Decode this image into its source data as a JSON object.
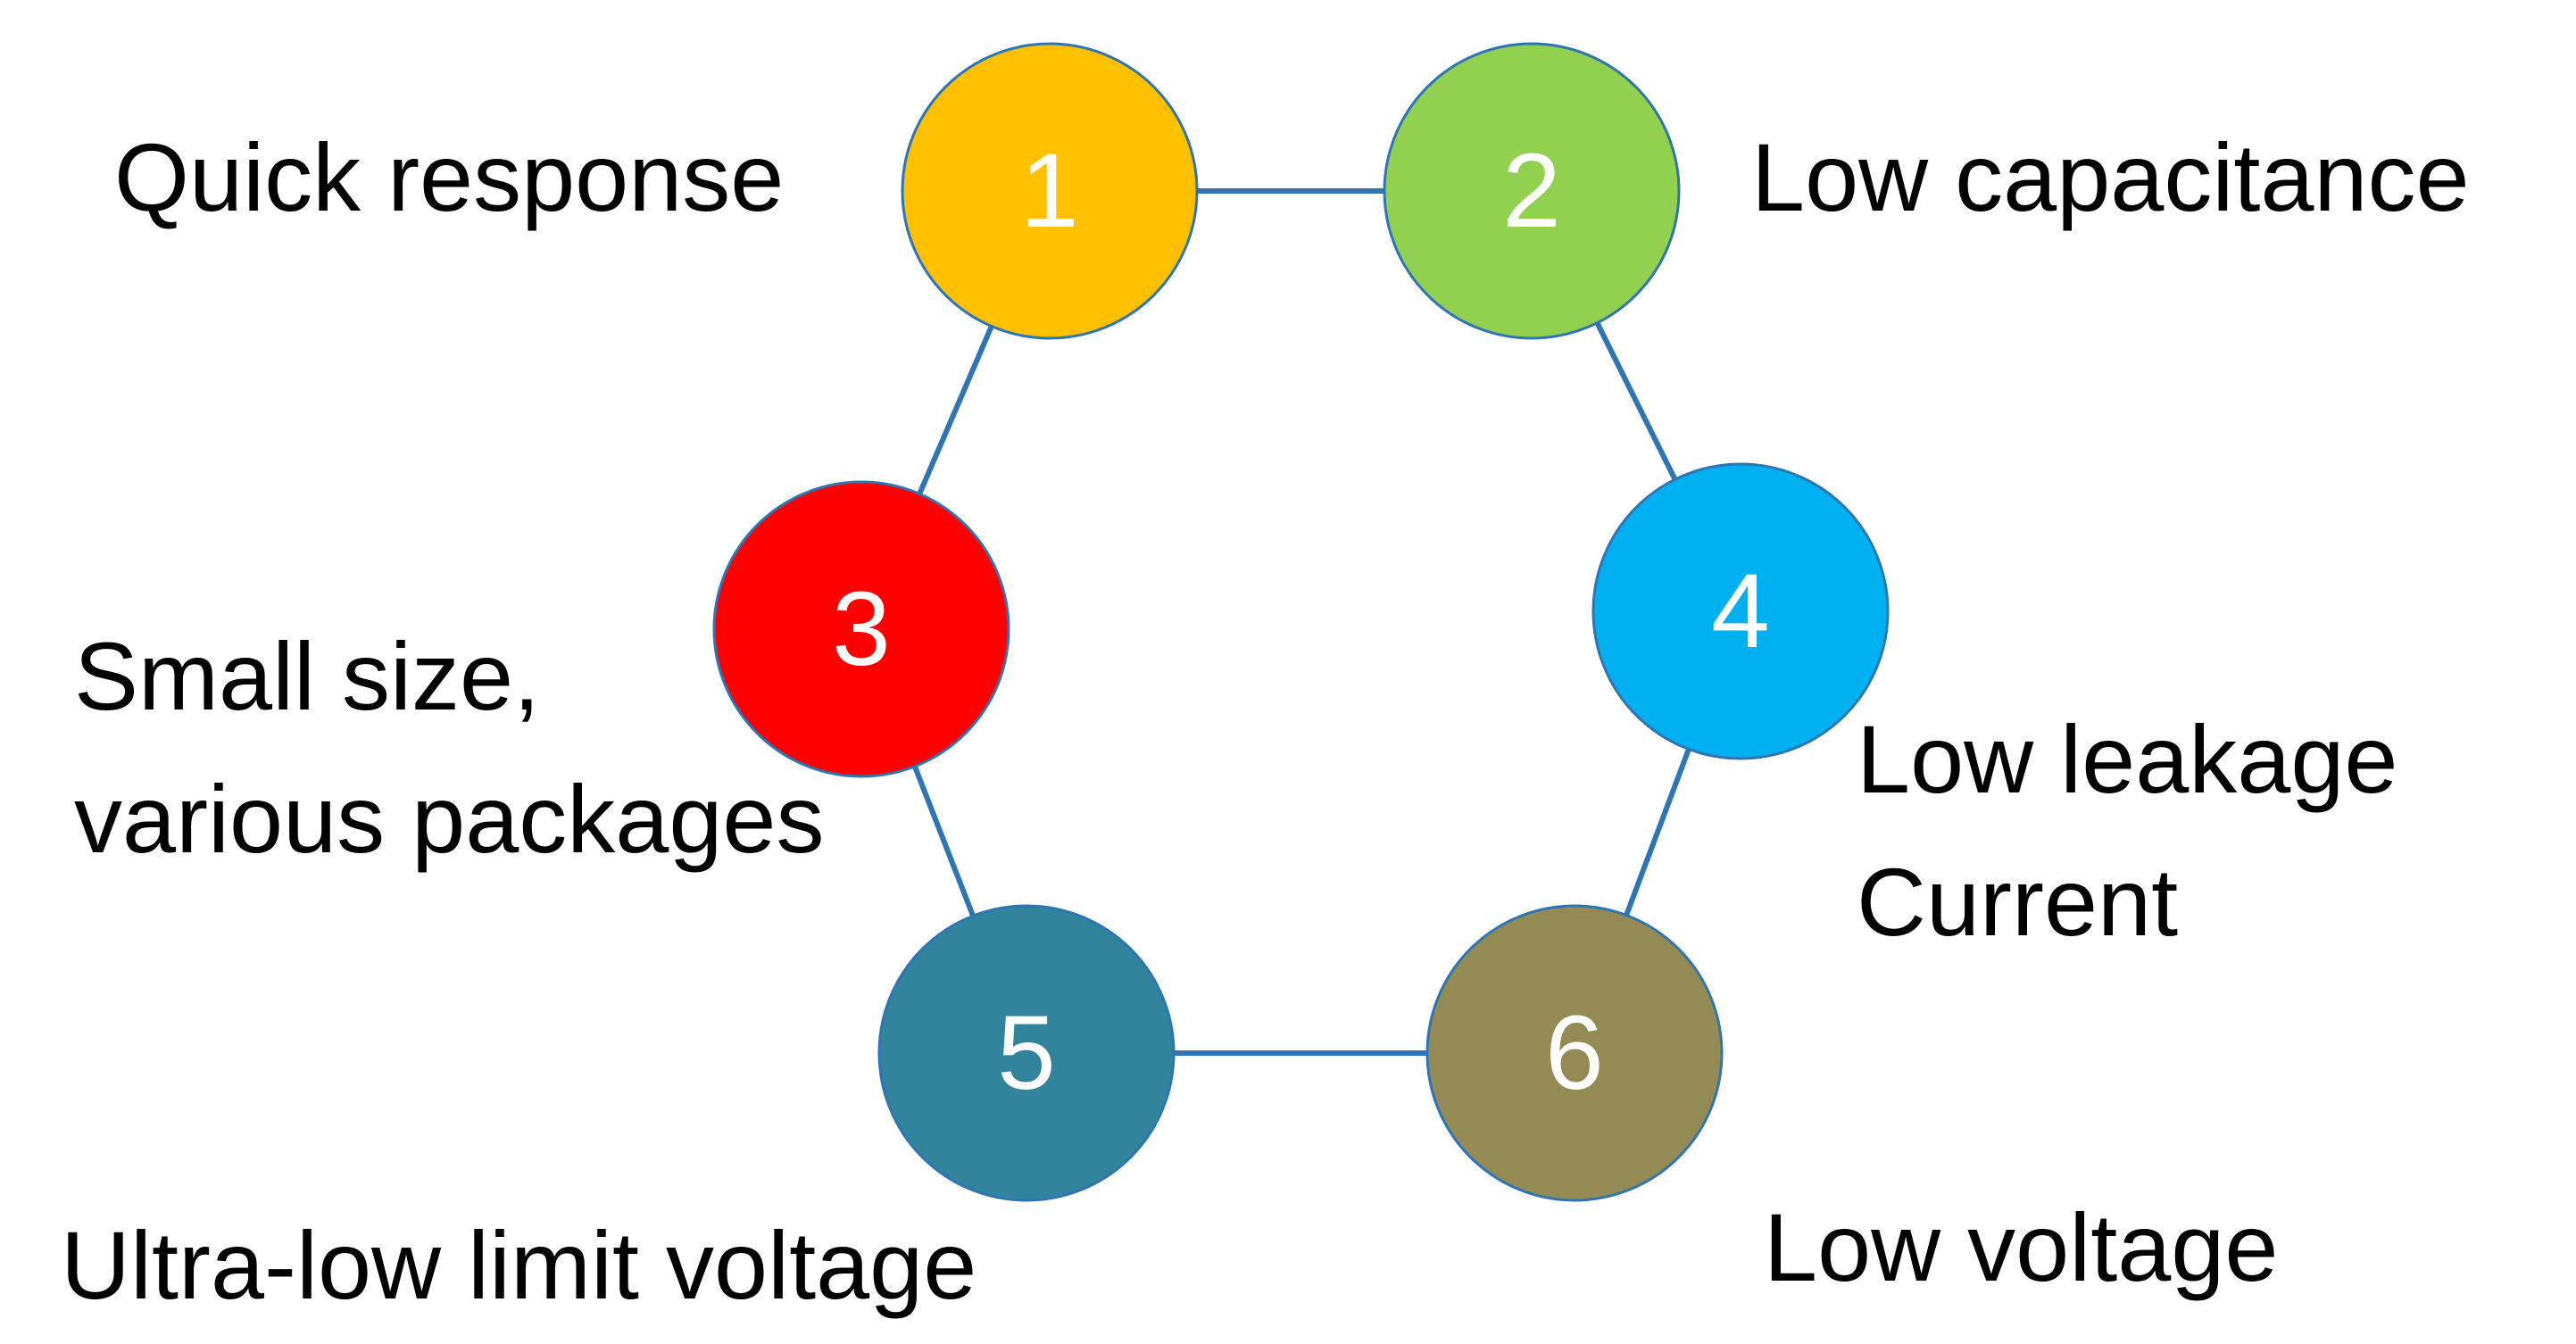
{
  "nodes": [
    {
      "id": "1",
      "number": "1",
      "color": "#ffc000",
      "label_lines": [
        "Quick response"
      ]
    },
    {
      "id": "2",
      "number": "2",
      "color": "#92d050",
      "label_lines": [
        "Low capacitance"
      ]
    },
    {
      "id": "3",
      "number": "3",
      "color": "#ff0000",
      "label_lines": [
        "Small size,",
        "various packages"
      ]
    },
    {
      "id": "4",
      "number": "4",
      "color": "#00b0f0",
      "label_lines": [
        "Low leakage",
        "Current"
      ]
    },
    {
      "id": "5",
      "number": "5",
      "color": "#31849b",
      "label_lines": [
        "Ultra-low limit voltage"
      ]
    },
    {
      "id": "6",
      "number": "6",
      "color": "#948a54",
      "label_lines": [
        "Low voltage"
      ]
    }
  ],
  "edges": [
    [
      "1",
      "2"
    ],
    [
      "1",
      "3"
    ],
    [
      "2",
      "4"
    ],
    [
      "3",
      "5"
    ],
    [
      "4",
      "6"
    ],
    [
      "5",
      "6"
    ]
  ],
  "colors": {
    "connector": "#2e75b6",
    "node_outline": "#2e75b6",
    "number_text": "#ffffff",
    "label_text": "#000000",
    "background": "#ffffff"
  }
}
